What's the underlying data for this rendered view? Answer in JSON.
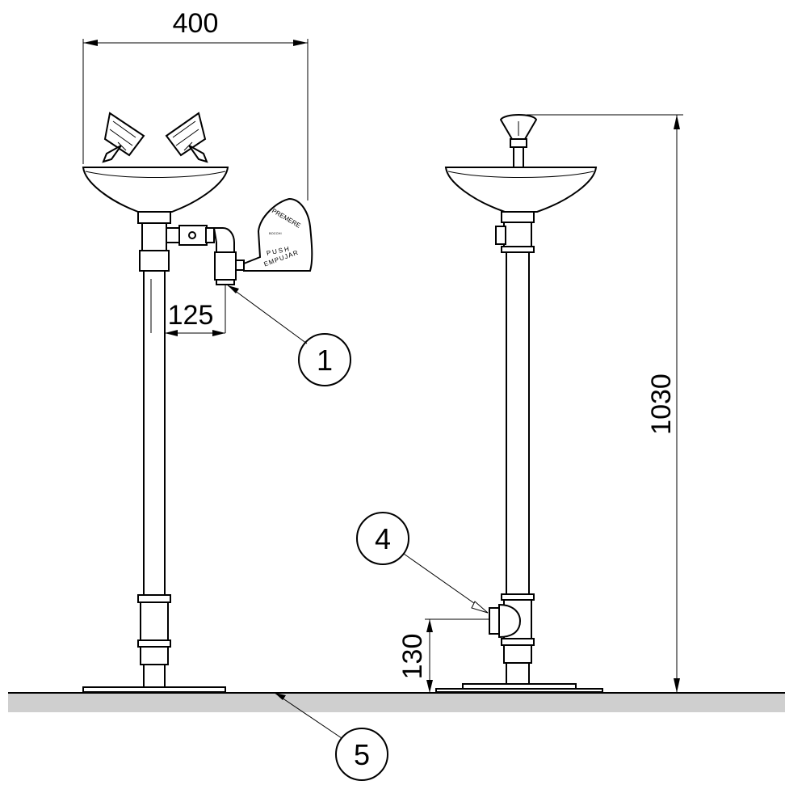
{
  "dimensions": {
    "bowl_width": "400",
    "valve_offset": "125",
    "total_height": "1030",
    "inlet_height": "130"
  },
  "callouts": {
    "c1": "1",
    "c4": "4",
    "c5": "5"
  },
  "paddle": {
    "line1": "PREMERE",
    "line2": "PUSH",
    "line3": "EMPUJAR",
    "brand": "BOCCHI"
  },
  "colors": {
    "floor": "#cfcfcf",
    "line": "#000000"
  }
}
